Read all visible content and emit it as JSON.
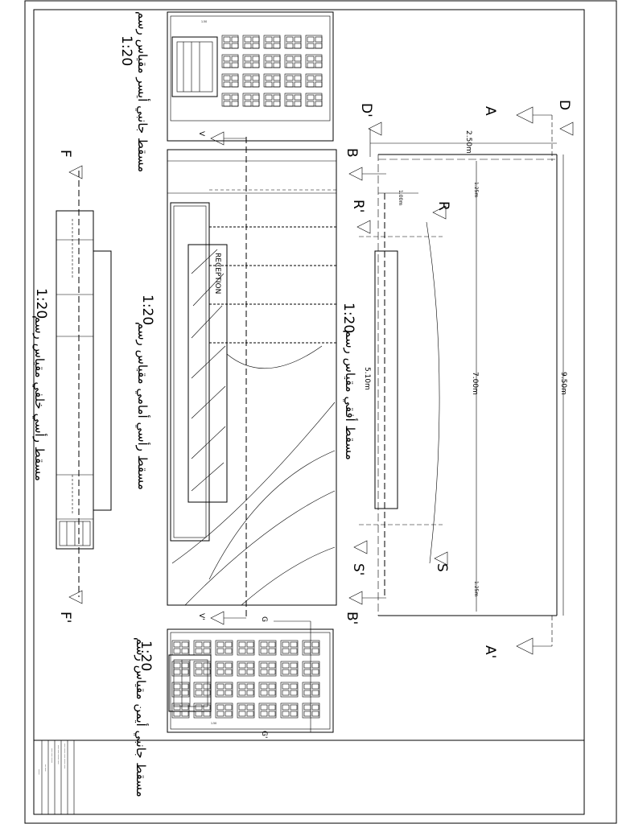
{
  "sheet": {
    "views": {
      "side_left_title": "مسقط جانبي أيسر مقياس رسم",
      "side_left_scale": "1:20",
      "front_title": "مسقط رأسي أمامي مقياس رسم",
      "front_scale": "1:20",
      "plan_title": "مسقط أفقي مقياس رسم",
      "plan_scale": "1:20",
      "rear_title": "مسقط رأسي خلفي مقياس رسم",
      "rear_scale": "1:20",
      "side_right_title": "مسقط جانبي أيمن مقياس رسم",
      "side_right_scale": "1:20"
    },
    "reception_label": "RECEPTION",
    "section_marks": {
      "A": "A",
      "A_prime": "A'",
      "B": "B",
      "B_prime": "B'",
      "D": "D",
      "D_prime": "D'",
      "R": "R",
      "R_prime": "R'",
      "S": "S",
      "S_prime": "S'",
      "F": "F",
      "F_prime": "F'",
      "G": "G",
      "G_prime": "G'",
      "V": "V",
      "V_prime": "V'"
    },
    "dimensions": {
      "d250": "2.50m",
      "d125_top": "1.25m",
      "d100": "1.00m",
      "d510": "5.10m",
      "d700": "7.00m",
      "d950": "9.50m",
      "d125_bottom": "1.25m"
    },
    "small_labels": {
      "tiny_a": "1.50",
      "tiny_b": "1.50"
    },
    "title_block": {
      "line1": "ـــــ ـــــــ ـــــ ـــــــ ـــــ",
      "line2": "ـــــ ـــــــ ـــــ ـــــ",
      "line3": "ـــــــ ـــــ ـــــ",
      "line4": "ـــــ ـــ",
      "line5": "ـــــــ"
    }
  }
}
